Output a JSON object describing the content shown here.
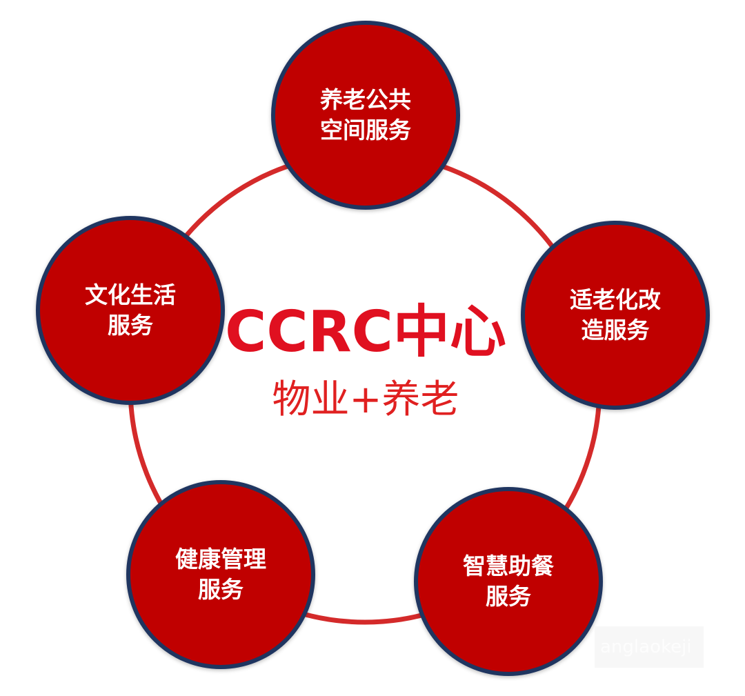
{
  "center": {
    "title": "CCRC中心",
    "subtitle": "物业+养老"
  },
  "nodes": [
    {
      "line1": "养老公共",
      "line2": "空间服务"
    },
    {
      "line1": "适老化改",
      "line2": "造服务"
    },
    {
      "line1": "智慧助餐",
      "line2": "服务"
    },
    {
      "line1": "健康管理",
      "line2": "服务"
    },
    {
      "line1": "文化生活",
      "line2": "服务"
    }
  ],
  "watermark": "anglaokeji",
  "colors": {
    "node_fill": "#c00000",
    "node_border": "#1f3560",
    "ring": "#d42a2a",
    "center_text": "#e01020"
  }
}
